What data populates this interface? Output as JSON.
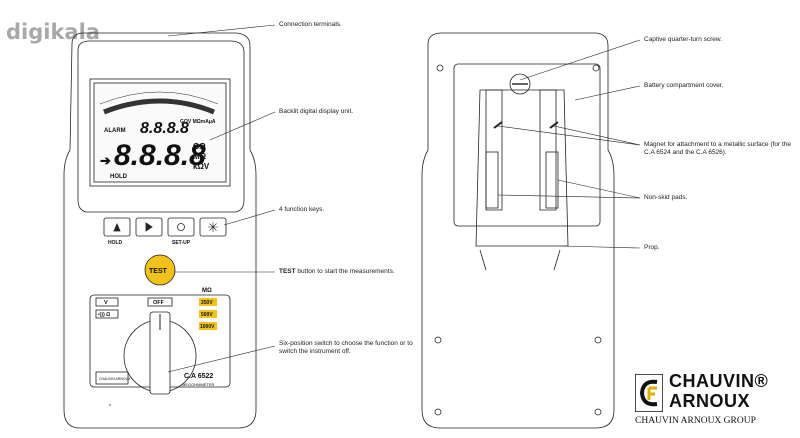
{
  "watermark": {
    "text": "digikala"
  },
  "device": {
    "model": "C.A 6522",
    "subtitle": "MEGOHMMETER",
    "brand_small": "CHAUVIN ARNOUX",
    "test_button": "TEST",
    "keys": [
      {
        "label": "HOLD",
        "icon": "triangle-up-icon"
      },
      {
        "label": "",
        "icon": "triangle-right-icon"
      },
      {
        "label": "SET-UP",
        "icon": "power-icon"
      },
      {
        "label": "",
        "icon": "light-icon"
      }
    ],
    "switch_labels": {
      "left_top": "V",
      "left_bottom": "•))) Ω",
      "off": "OFF",
      "unit": "MΩ",
      "v250": "250V",
      "v500": "500V",
      "v1000": "1000V"
    },
    "display": {
      "alarm": "ALARM",
      "secondary": "8.8.8.8",
      "secondary_units": "GΩV MΩmAμA",
      "main": "8.8.8.8",
      "main_units": [
        "GΩ",
        "MΩ",
        "kΩV"
      ],
      "hold": "HOLD"
    }
  },
  "annotations": [
    {
      "id": "connection",
      "text": "Connection terminals."
    },
    {
      "id": "display",
      "text": "Backlit digital display unit."
    },
    {
      "id": "keys",
      "text": "4 function keys."
    },
    {
      "id": "test",
      "bold": "TEST",
      "text": " button to start the measurements."
    },
    {
      "id": "switch",
      "text": "Six-position switch to choose the function or to switch the instrument off."
    },
    {
      "id": "screw",
      "text": "Captive quarter-turn screw."
    },
    {
      "id": "battery",
      "text": "Battery compartment cover."
    },
    {
      "id": "magnet",
      "text": "Magnet for attachment to a metallic surface (for the C.A 6524 and the C.A 6526)."
    },
    {
      "id": "pads",
      "text": "Non-skid pads."
    },
    {
      "id": "prop",
      "text": "Prop."
    }
  ],
  "logo": {
    "line1": "CHAUVIN®",
    "line2": "ARNOUX",
    "group": "CHAUVIN ARNOUX GROUP"
  },
  "colors": {
    "test_button": "#f2c21a",
    "switch_highlight": "#f2c21a",
    "line": "#222222"
  }
}
